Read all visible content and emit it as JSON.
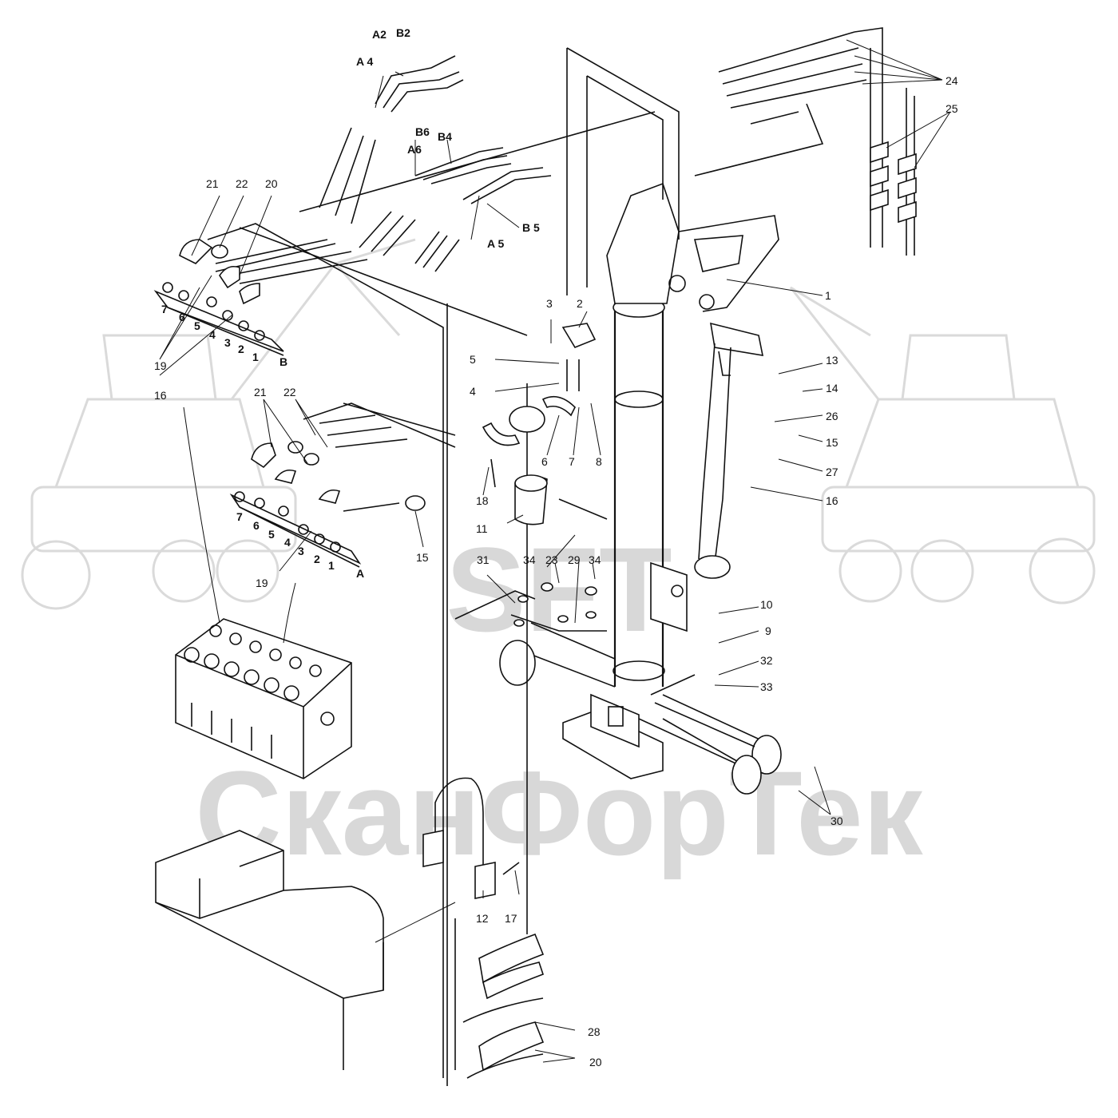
{
  "watermark": {
    "logo_text": "SFT",
    "company_text": "СканФорТек",
    "color": "#d8d8d8"
  },
  "callouts": {
    "c1": "1",
    "c2": "2",
    "c3": "3",
    "c4": "4",
    "c5": "5",
    "c6": "6",
    "c7": "7",
    "c8": "8",
    "c9": "9",
    "c10": "10",
    "c11": "11",
    "c12": "12",
    "c13": "13",
    "c14": "14",
    "c15a": "15",
    "c15b": "15",
    "c16a": "16",
    "c16b": "16",
    "c17": "17",
    "c18": "18",
    "c19a": "19",
    "c19b": "19",
    "c20a": "20",
    "c20b": "20",
    "c21a": "21",
    "c21b": "21",
    "c22a": "22",
    "c22b": "22",
    "c23": "23",
    "c24": "24",
    "c25": "25",
    "c26": "26",
    "c27": "27",
    "c28": "28",
    "c29": "29",
    "c30": "30",
    "c31": "31",
    "c32": "32",
    "c33": "33",
    "c34a": "34",
    "c34b": "34"
  },
  "hose_labels": {
    "a2": "A2",
    "b2": "B2",
    "a4": "A 4",
    "b6": "B6",
    "b4": "B4",
    "a6": "A6",
    "a5": "A 5",
    "b5": "B 5"
  },
  "port_labels_upper": {
    "p7": "7",
    "p6": "6",
    "p5": "5",
    "p4": "4",
    "p3": "3",
    "p2": "2",
    "p1": "1",
    "side": "B"
  },
  "port_labels_lower": {
    "p7": "7",
    "p6": "6",
    "p5": "5",
    "p4": "4",
    "p3": "3",
    "p2": "2",
    "p1": "1",
    "side": "A"
  }
}
